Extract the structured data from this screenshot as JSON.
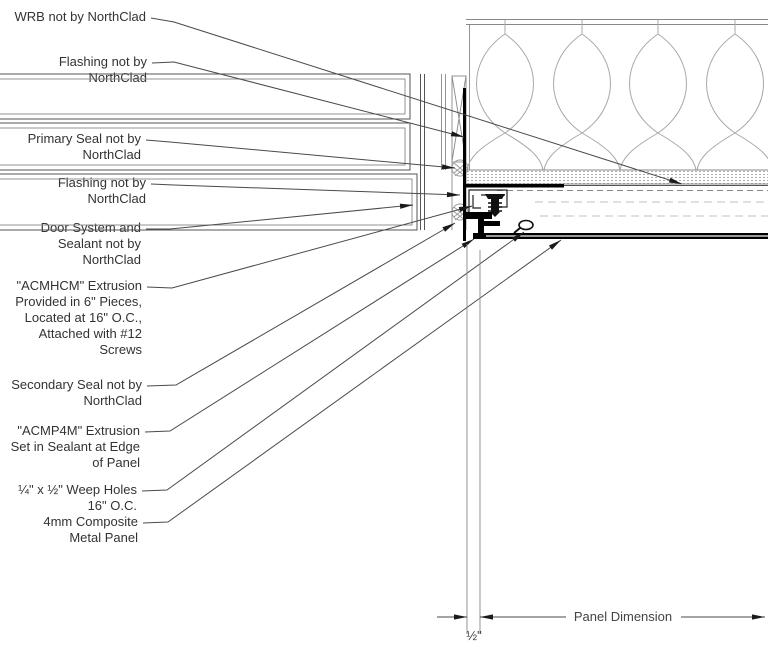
{
  "page": {
    "background": "#ffffff"
  },
  "callouts": [
    {
      "id": "wrb",
      "lines": [
        "WRB not by NorthClad"
      ]
    },
    {
      "id": "flashing-top",
      "lines": [
        "Flashing not by",
        "NorthClad"
      ]
    },
    {
      "id": "primary-seal",
      "lines": [
        "Primary Seal not by",
        "NorthClad"
      ]
    },
    {
      "id": "flashing-mid",
      "lines": [
        "Flashing not by",
        "NorthClad"
      ]
    },
    {
      "id": "door-system",
      "lines": [
        "Door System and",
        "Sealant not by",
        "NorthClad"
      ]
    },
    {
      "id": "acmhcm-extrusion",
      "lines": [
        "\"ACMHCM\" Extrusion",
        "Provided in 6\" Pieces,",
        "Located at 16\" O.C.,",
        "Attached with #12",
        "Screws"
      ]
    },
    {
      "id": "secondary-seal",
      "lines": [
        "Secondary Seal not by",
        "NorthClad"
      ]
    },
    {
      "id": "acmp4m-extrusion",
      "lines": [
        "\"ACMP4M\" Extrusion",
        "Set in Sealant at Edge",
        "of Panel"
      ]
    },
    {
      "id": "weep-holes",
      "lines": [
        "¼\" x ½\" Weep Holes",
        "16\" O.C."
      ]
    },
    {
      "id": "composite-panel",
      "lines": [
        "4mm Composite",
        "Metal Panel"
      ]
    }
  ],
  "dimensions": {
    "panel": "Panel Dimension",
    "offset": "½\""
  },
  "colors": {
    "line": "#333333",
    "heavy_line": "#000000",
    "light_line": "#a8a8a8",
    "text": "#333333"
  }
}
